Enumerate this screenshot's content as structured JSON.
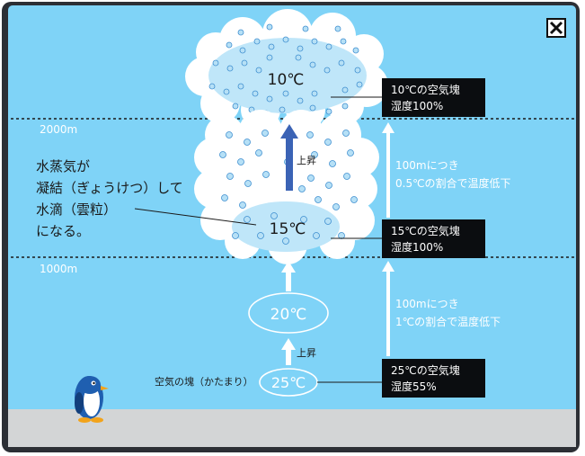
{
  "alt_labels": {
    "line_2000": "2000m",
    "line_1000": "1000m"
  },
  "cloud_top": {
    "temp": "10℃"
  },
  "cloud_bottom": {
    "temp": "15℃"
  },
  "parcel_mid": {
    "temp": "20℃"
  },
  "parcel_ground": {
    "temp": "25℃",
    "label": "空気の塊（かたまり）"
  },
  "arrows": {
    "rise_upper": "上昇",
    "rise_lower": "上昇"
  },
  "condensation_note": {
    "lines": [
      "水蒸気が",
      "凝結（ぎょうけつ）して",
      "水滴（雲粒）",
      "になる。"
    ]
  },
  "boxes": {
    "top": {
      "line1": "10℃の空気塊",
      "line2": "湿度100%"
    },
    "mid": {
      "line1": "15℃の空気塊",
      "line2": "湿度100%"
    },
    "bottom": {
      "line1": "25℃の空気塊",
      "line2": "湿度55%"
    }
  },
  "rate_notes": {
    "upper": {
      "line1": "100mにつき",
      "line2": "0.5℃の割合で温度低下"
    },
    "lower": {
      "line1": "100mにつき",
      "line2": "1℃の割合で温度低下"
    }
  },
  "colors": {
    "sky": "#7fd3f7",
    "frame": "#2c2f35",
    "ground": "#d3d5d6",
    "cloud": "#ffffff",
    "droplet_fill": "#b6e0f6",
    "droplet_stroke": "#3f8fd0",
    "haze": "#bfe6f9",
    "arrow_blue": "#3b63b5",
    "box_bg": "#0b0d10"
  },
  "icons": {
    "close": "close-icon",
    "penguin": "penguin-icon"
  }
}
